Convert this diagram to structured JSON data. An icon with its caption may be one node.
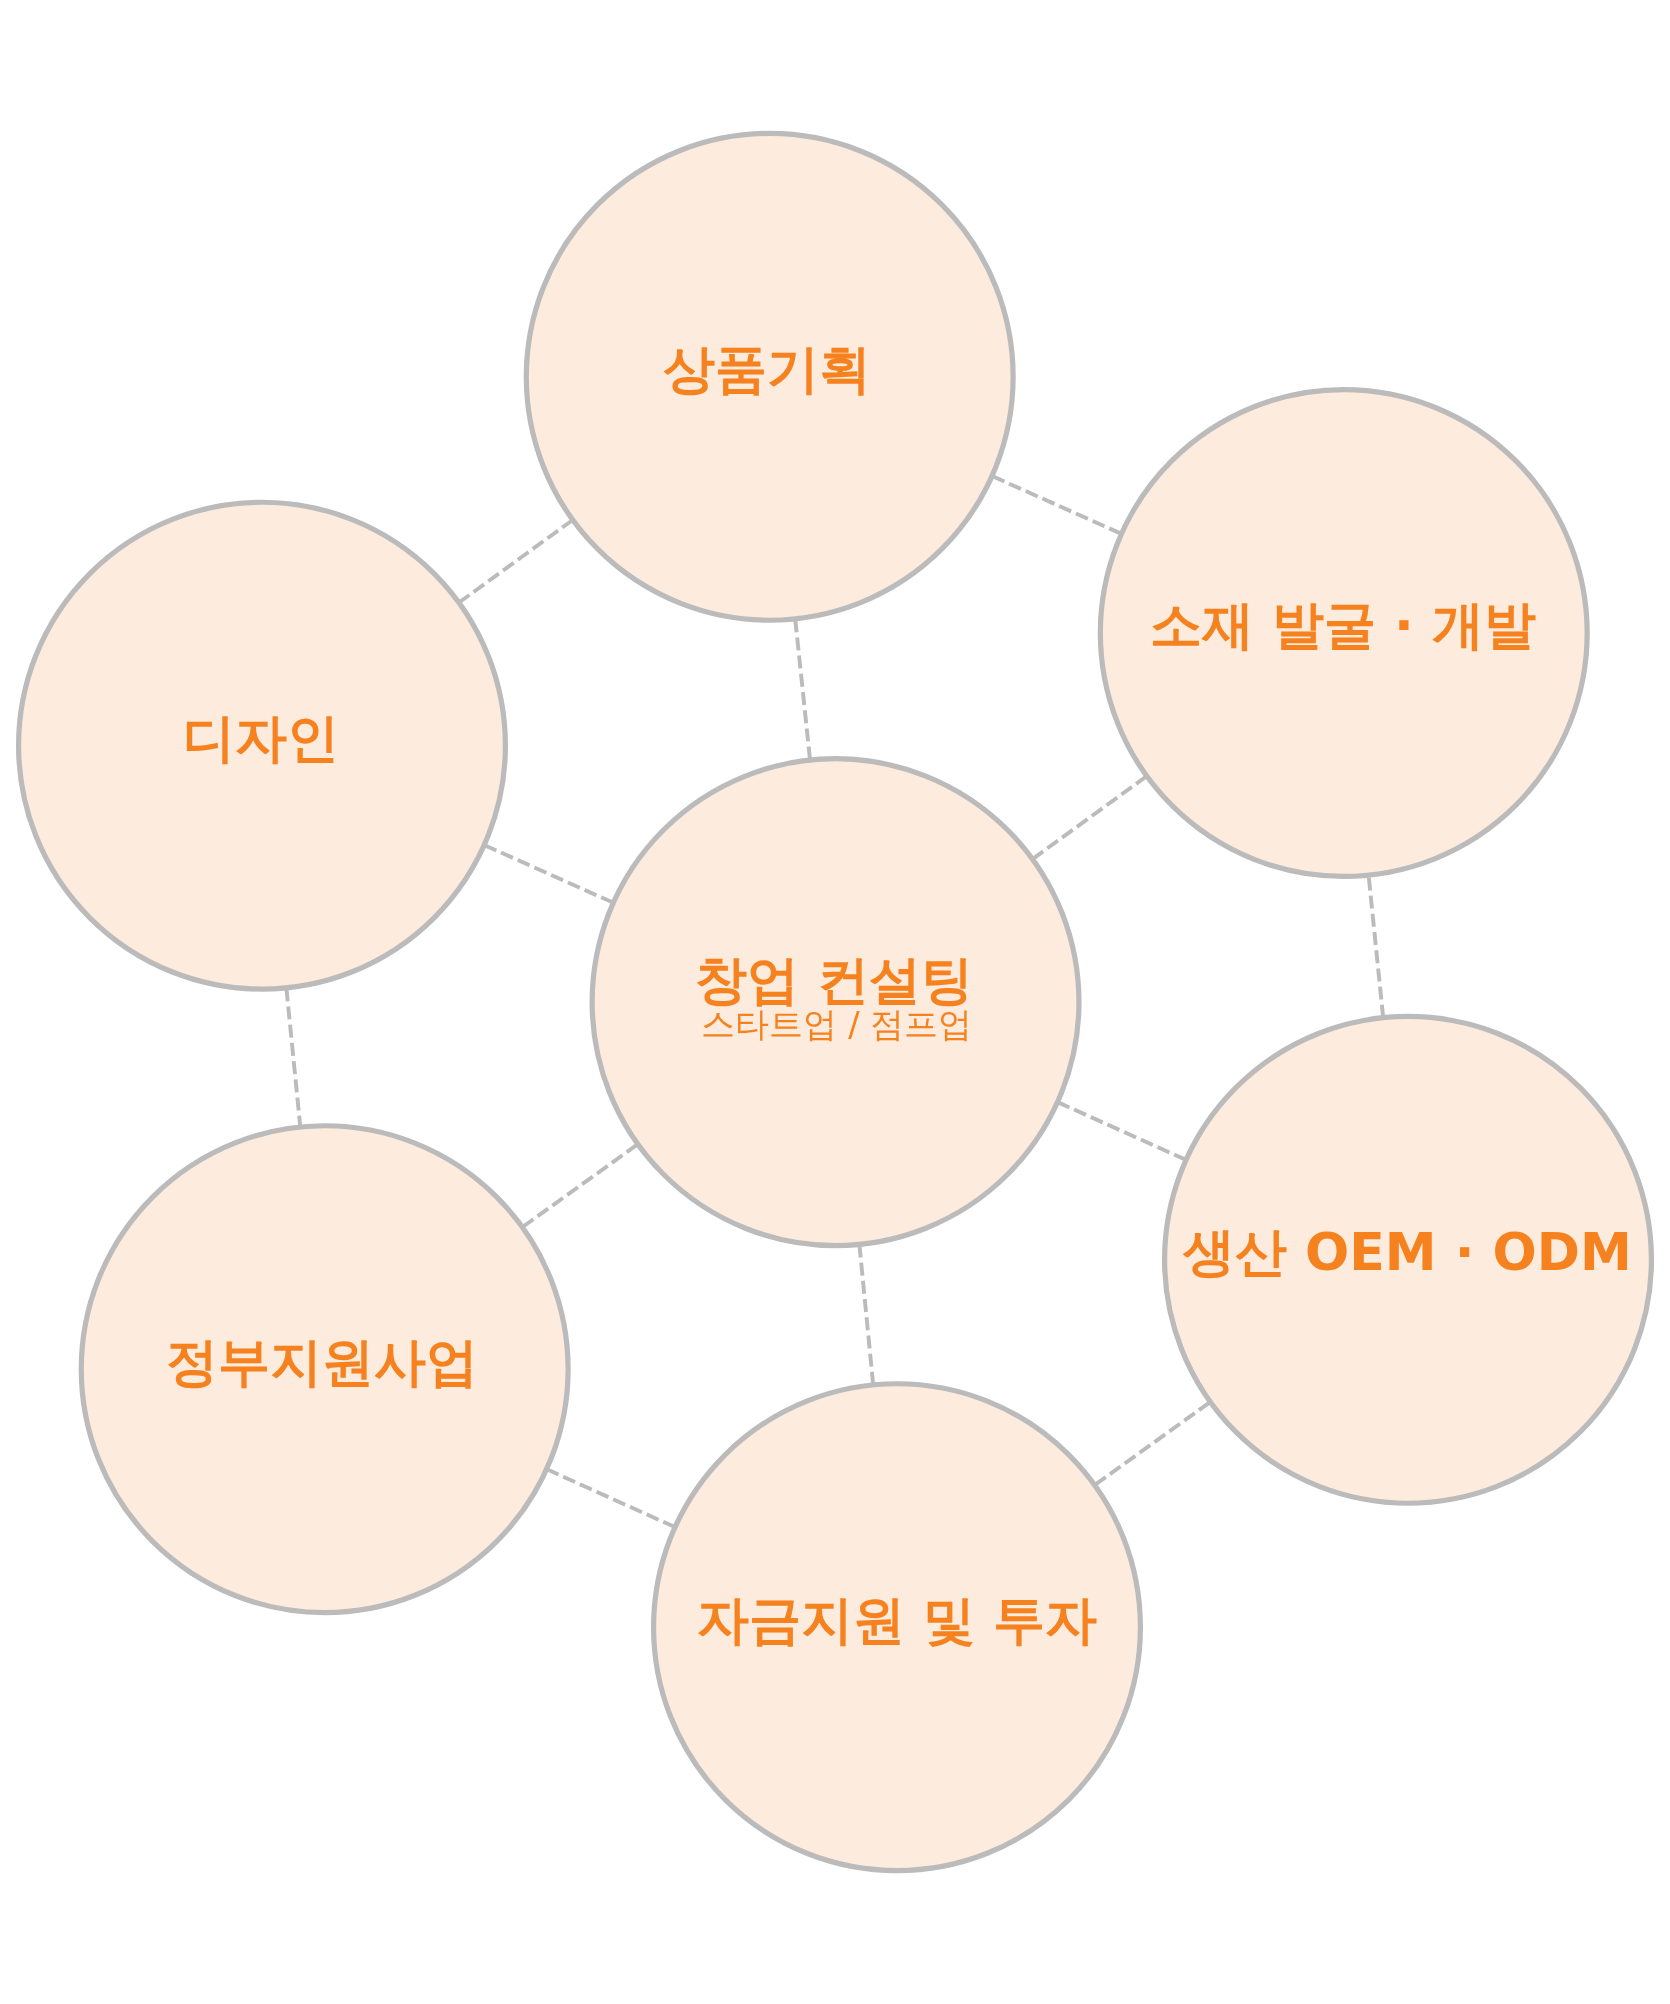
{
  "diagram": {
    "nodes": [
      {
        "text": [
          "상품기획"
        ]
      },
      {
        "text": [
          "소재 발굴 · 개발"
        ]
      },
      {
        "text": [
          "디자인"
        ]
      },
      {
        "text": [
          "창업 컨설팅",
          "스타트업 / 점프업"
        ]
      },
      {
        "text": [
          "생산 OEM · ODM"
        ]
      },
      {
        "text": [
          "정부지원사업"
        ]
      },
      {
        "text": [
          "자금지원 및 투자"
        ]
      }
    ],
    "edges": [
      {
        "from": 0,
        "to": 3,
        "arrow": "none",
        "style": "dashed"
      },
      {
        "from": 1,
        "to": 3,
        "arrow": "none",
        "style": "dashed"
      },
      {
        "from": 2,
        "to": 3,
        "arrow": "none",
        "style": "dashed"
      },
      {
        "from": 4,
        "to": 3,
        "arrow": "none",
        "style": "dashed"
      },
      {
        "from": 5,
        "to": 3,
        "arrow": "none",
        "style": "dashed"
      },
      {
        "from": 6,
        "to": 3,
        "arrow": "none",
        "style": "dashed"
      },
      {
        "from": 0,
        "to": 2,
        "arrow": "none",
        "style": "dashed"
      },
      {
        "from": 2,
        "to": 5,
        "arrow": "none",
        "style": "dashed"
      },
      {
        "from": 5,
        "to": 6,
        "arrow": "none",
        "style": "dashed"
      },
      {
        "from": 6,
        "to": 4,
        "arrow": "none",
        "style": "dashed"
      },
      {
        "from": 4,
        "to": 1,
        "arrow": "none",
        "style": "dashed"
      },
      {
        "from": 1,
        "to": 0,
        "arrow": "none",
        "style": "dashed"
      }
    ]
  }
}
